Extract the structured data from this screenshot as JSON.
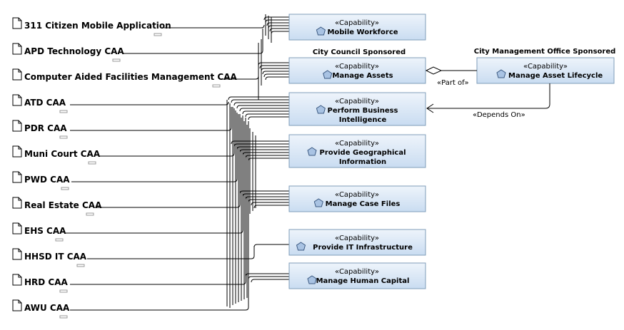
{
  "applications": [
    {
      "label": "311 Citizen Mobile Application"
    },
    {
      "label": "APD Technology CAA"
    },
    {
      "label": "Computer Aided Facilities Management CAA"
    },
    {
      "label": "ATD CAA"
    },
    {
      "label": "PDR CAA"
    },
    {
      "label": "Muni Court CAA"
    },
    {
      "label": "PWD CAA"
    },
    {
      "label": "Real Estate CAA"
    },
    {
      "label": "EHS CAA"
    },
    {
      "label": "HHSD IT CAA"
    },
    {
      "label": "HRD CAA"
    },
    {
      "label": "AWU CAA"
    }
  ],
  "capabilities": [
    {
      "stereotype": "«Capability»",
      "name_lines": [
        "Mobile Workforce"
      ]
    },
    {
      "stereotype": "«Capability»",
      "name_lines": [
        "Manage Assets"
      ]
    },
    {
      "stereotype": "«Capability»",
      "name_lines": [
        "Perform Business",
        "Intelligence"
      ]
    },
    {
      "stereotype": "«Capability»",
      "name_lines": [
        "Provide Geographical",
        "Information"
      ]
    },
    {
      "stereotype": "«Capability»",
      "name_lines": [
        "Manage Case Files"
      ]
    },
    {
      "stereotype": "«Capability»",
      "name_lines": [
        "Provide IT Infrastructure"
      ]
    },
    {
      "stereotype": "«Capability»",
      "name_lines": [
        "Manage Human Capital"
      ]
    }
  ],
  "lifecycle_capability": {
    "stereotype": "«Capability»",
    "name": "Manage Asset Lifecycle"
  },
  "groups": {
    "city_council": "City Council Sponsored",
    "city_management": "City Management Office Sponsored"
  },
  "relations": {
    "part_of": "«Part of»",
    "depends_on": "«Depends On»"
  },
  "colors": {
    "capability_fill_top": "#eef4fb",
    "capability_fill_bottom": "#c9dcf1",
    "capability_border": "#7f9db9",
    "icon_fill": "#a9c3e3",
    "icon_stroke": "#3c5a82",
    "line": "#000000"
  },
  "icons": {
    "application": "document-icon",
    "capability": "pentagon-icon"
  }
}
